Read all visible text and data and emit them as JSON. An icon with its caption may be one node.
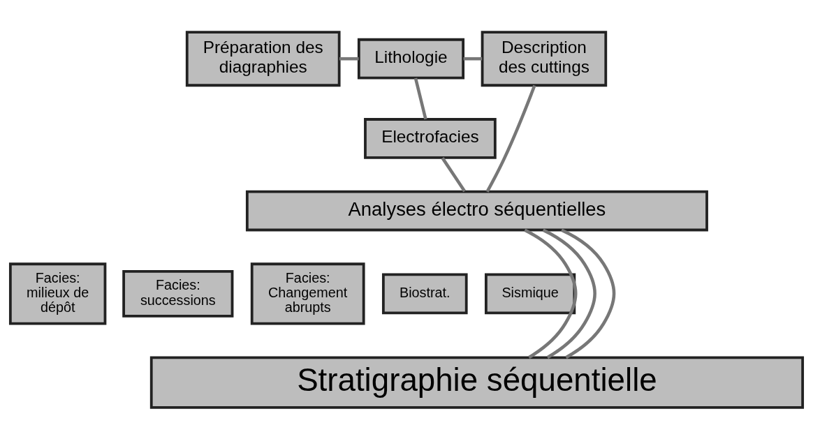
{
  "diagram": {
    "nodes": [
      {
        "text": [
          "Préparation des diagraphies"
        ]
      },
      {
        "text": [
          "Lithologie"
        ]
      },
      {
        "text": [
          "Description des cuttings"
        ]
      },
      {
        "text": [
          "Electrofacies"
        ]
      },
      {
        "text": [
          "Analyses électro séquentielles"
        ]
      },
      {
        "text": [
          "Facies: milieux de dépôt"
        ]
      },
      {
        "text": [
          "Facies: successions"
        ]
      },
      {
        "text": [
          "Facies: Changement abrupts"
        ]
      },
      {
        "text": [
          "Biostrat."
        ]
      },
      {
        "text": [
          "Sismique"
        ]
      },
      {
        "text": [
          "Stratigraphie séquentielle"
        ]
      }
    ],
    "edges": [
      {
        "from": 0,
        "to": 1,
        "arrow": "none"
      },
      {
        "from": 1,
        "to": 2,
        "arrow": "none"
      },
      {
        "from": 1,
        "to": 3,
        "arrow": "none"
      },
      {
        "from": 2,
        "to": 4,
        "arrow": "none"
      },
      {
        "from": 3,
        "to": 4,
        "arrow": "none"
      },
      {
        "from": 4,
        "to": 10,
        "arrow": "none"
      },
      {
        "from": 4,
        "to": 10,
        "arrow": "none"
      },
      {
        "from": 4,
        "to": 10,
        "arrow": "none"
      }
    ]
  }
}
